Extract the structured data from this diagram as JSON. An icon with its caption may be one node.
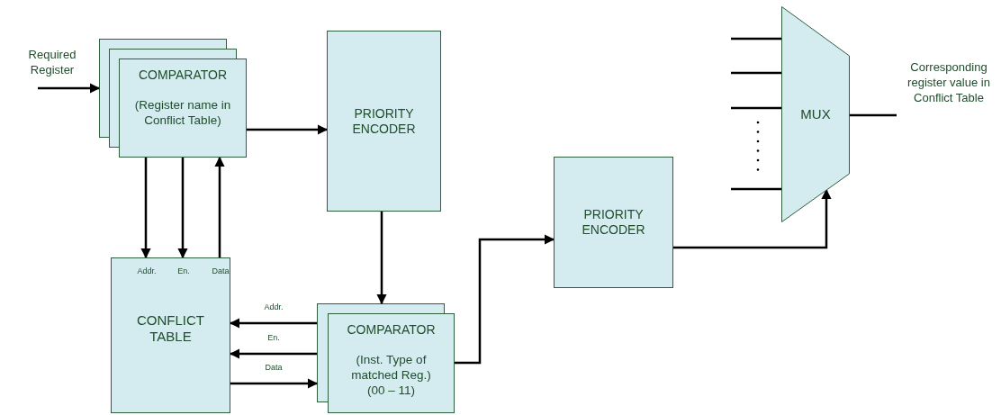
{
  "diagram": {
    "nodes": [
      {
        "text": [
          "Required Register"
        ]
      },
      {
        "text": [
          "COMPARATOR",
          "(Register name in Conflict Table)"
        ]
      },
      {
        "text": [
          "PRIORITY ENCODER"
        ]
      },
      {
        "text": [
          "Addr.",
          "En.",
          "Data",
          "CONFLICT TABLE"
        ]
      },
      {
        "text": [
          "COMPARATOR",
          "(Inst. Type of matched Reg.)",
          "(00 – 11)"
        ]
      },
      {
        "text": [
          "PRIORITY ENCODER"
        ]
      },
      {
        "text": [
          "MUX"
        ]
      },
      {
        "text": [
          "Corresponding register value in Conflict Table"
        ]
      }
    ],
    "edges": [
      {
        "from": 0,
        "to": 1,
        "arrow": "to"
      },
      {
        "from": 1,
        "to": 2,
        "arrow": "to"
      },
      {
        "from": 1,
        "to": 3,
        "arrow": "to"
      },
      {
        "from": 1,
        "to": 3,
        "arrow": "to"
      },
      {
        "from": 3,
        "to": 1,
        "arrow": "to"
      },
      {
        "from": 2,
        "to": 4,
        "arrow": "to"
      },
      {
        "from": 4,
        "to": 3,
        "arrow": "to",
        "label": "Addr."
      },
      {
        "from": 4,
        "to": 3,
        "arrow": "to",
        "label": "En."
      },
      {
        "from": 3,
        "to": 4,
        "arrow": "to",
        "label": "Data"
      },
      {
        "from": 4,
        "to": 5,
        "arrow": "to"
      },
      {
        "from": 5,
        "to": 6,
        "arrow": "to"
      },
      {
        "from": 6,
        "to": 7,
        "arrow": "none"
      },
      {
        "from": null,
        "to": 6,
        "arrow": "none"
      },
      {
        "from": null,
        "to": 6,
        "arrow": "none"
      },
      {
        "from": null,
        "to": 6,
        "arrow": "none"
      },
      {
        "from": null,
        "to": 6,
        "arrow": "none"
      }
    ]
  }
}
